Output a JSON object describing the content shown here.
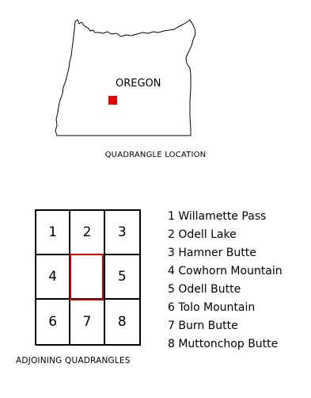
{
  "state_label": "OREGON",
  "location_caption": "QUADRANGLE LOCATION",
  "location_marker_color": "#e00000",
  "adjoining_caption": "ADJOINING QUADRANGLES",
  "grid": {
    "cells": [
      "1",
      "2",
      "3",
      "4",
      "",
      "5",
      "6",
      "7",
      "8"
    ],
    "center_color": "#cc0000"
  },
  "legend": [
    "1 Willamette Pass",
    "2 Odell Lake",
    "3 Hamner Butte",
    "4 Cowhorn Mountain",
    "5 Odell Butte",
    "6 Tolo Mountain",
    "7 Burn Butte",
    "8 Muttonchop Butte"
  ]
}
